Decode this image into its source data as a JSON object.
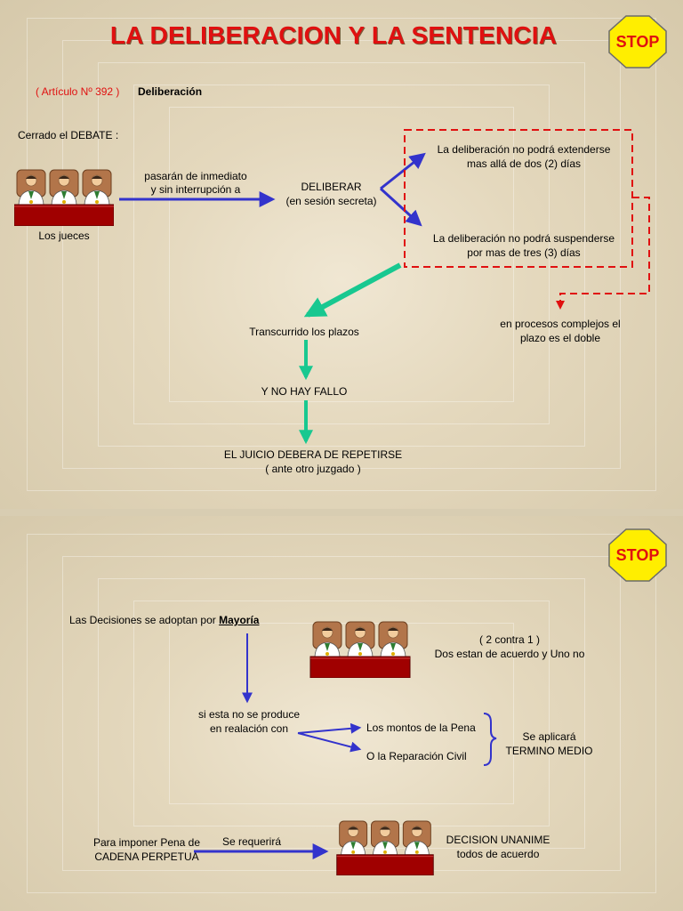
{
  "slide1": {
    "title": "LA DELIBERACION Y LA SENTENCIA",
    "stop_label": "STOP",
    "article": "( Artículo Nº 392 )",
    "article_topic": "Deliberación",
    "closed_debate": "Cerrado el DEBATE :",
    "judges_label": "Los jueces",
    "arrow_text_1": "pasarán de inmediato",
    "arrow_text_2": "y sin interrupción a",
    "deliberar_1": "DELIBERAR",
    "deliberar_2": "(en sesión secreta)",
    "limit_extend_1": "La deliberación no podrá extenderse",
    "limit_extend_2": "mas allá de dos (2) días",
    "limit_suspend_1": "La deliberación no podrá suspenderse",
    "limit_suspend_2": "por mas de tres (3) días",
    "complex_1": "en procesos complejos el",
    "complex_2": "plazo es el doble",
    "elapsed": "Transcurrido los plazos",
    "no_ruling": "Y NO HAY FALLO",
    "repeat_1": "EL JUICIO DEBERA DE REPETIRSE",
    "repeat_2": "( ante otro juzgado )"
  },
  "slide2": {
    "stop_label": "STOP",
    "decisions_prefix": "Las Decisiones se adoptan por",
    "decisions_key": "Mayoría",
    "vote_1": "( 2 contra 1 )",
    "vote_2": "Dos estan de acuerdo y Uno no",
    "if_not_1": "si esta no se produce",
    "if_not_2": "en realación con",
    "option_penalty": "Los montos de la Pena",
    "option_civil": "O la Reparación Civil",
    "apply_1": "Se aplicará",
    "apply_2": "TERMINO MEDIO",
    "life_1": "Para imponer Pena de",
    "life_2": "CADENA PERPETUA",
    "required": "Se requerirá",
    "unanimous_1": "DECISION UNANIME",
    "unanimous_2": "todos de acuerdo"
  },
  "colors": {
    "title_red": "#e01010",
    "stop_yellow": "#ffee00",
    "arrow_blue": "#3333cc",
    "arrow_green": "#18c890",
    "dashed_red": "#e01010",
    "bench_red": "#a00000"
  }
}
